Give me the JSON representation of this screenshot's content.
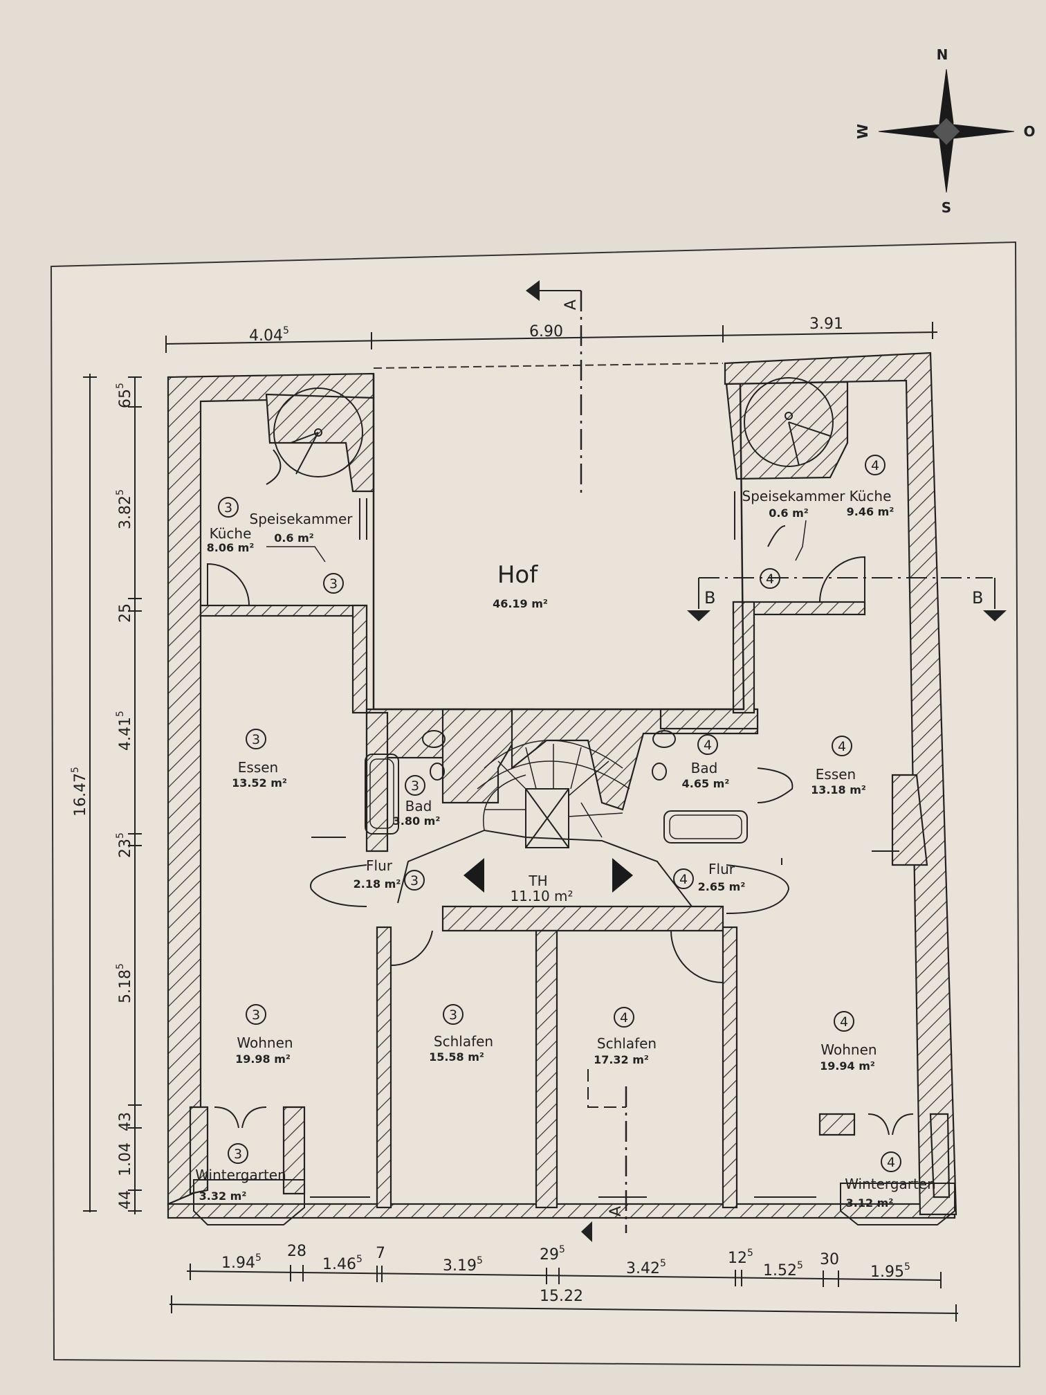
{
  "compass": {
    "n": "N",
    "s": "S",
    "w": "W",
    "e": "O"
  },
  "section_markers": {
    "a_top": "A",
    "a_bottom": "A",
    "b_left": "B",
    "b_right": "B"
  },
  "dims_top": [
    {
      "main": "4.04",
      "sup": "5"
    },
    {
      "main": "6.90",
      "sup": ""
    },
    {
      "main": "3.91",
      "sup": ""
    }
  ],
  "dims_left": [
    {
      "main": "65",
      "sup": "5"
    },
    {
      "main": "3.82",
      "sup": "5"
    },
    {
      "main": "25",
      "sup": ""
    },
    {
      "main": "4.41",
      "sup": "5"
    },
    {
      "main": "23",
      "sup": "5"
    },
    {
      "main": "5.18",
      "sup": "5"
    },
    {
      "main": "43",
      "sup": ""
    },
    {
      "main": "1.04",
      "sup": ""
    },
    {
      "main": "44",
      "sup": ""
    }
  ],
  "dim_total_left": {
    "main": "16.47",
    "sup": "5"
  },
  "dims_bottom": [
    {
      "main": "1.94",
      "sup": "5"
    },
    {
      "main": "28",
      "sup": ""
    },
    {
      "main": "1.46",
      "sup": "5"
    },
    {
      "main": "7",
      "sup": ""
    },
    {
      "main": "3.19",
      "sup": "5"
    },
    {
      "main": "29",
      "sup": "5"
    },
    {
      "main": "3.42",
      "sup": "5"
    },
    {
      "main": "12",
      "sup": "5"
    },
    {
      "main": "1.52",
      "sup": "5"
    },
    {
      "main": "30",
      "sup": ""
    },
    {
      "main": "1.95",
      "sup": "5"
    }
  ],
  "dim_total_bottom": "15.22",
  "rooms": {
    "hof": {
      "name": "Hof",
      "area": "46.19 m²"
    },
    "kueche3": {
      "num": "3",
      "name": "Küche",
      "area": "8.06 m²"
    },
    "speise3": {
      "name": "Speisekammer",
      "area": "0.6 m²",
      "num": "3"
    },
    "essen3": {
      "num": "3",
      "name": "Essen",
      "area": "13.52 m²"
    },
    "bad3": {
      "num": "3",
      "name": "Bad",
      "area": "3.80 m²"
    },
    "flur3": {
      "name": "Flur",
      "area": "2.18 m²",
      "num": "3"
    },
    "th": {
      "name": "TH",
      "area": "11.10  m²"
    },
    "flur4": {
      "num": "4",
      "name": "Flur",
      "area": "2.65 m²"
    },
    "bad4": {
      "num": "4",
      "name": "Bad",
      "area": "4.65 m²"
    },
    "kueche4": {
      "num": "4",
      "name": "Küche",
      "area": "9.46 m²"
    },
    "speise4": {
      "name": "Speisekammer",
      "area": "0.6 m²",
      "num": "4"
    },
    "essen4": {
      "num": "4",
      "name": "Essen",
      "area": "13.18 m²"
    },
    "wohnen3": {
      "num": "3",
      "name": "Wohnen",
      "area": "19.98 m²"
    },
    "schlafen3": {
      "num": "3",
      "name": "Schlafen",
      "area": "15.58 m²"
    },
    "schlafen4": {
      "num": "4",
      "name": "Schlafen",
      "area": "17.32 m²"
    },
    "wohnen4": {
      "num": "4",
      "name": "Wohnen",
      "area": "19.94 m²"
    },
    "winter3": {
      "num": "3",
      "name": "Wintergarten",
      "area": "3.32 m²"
    },
    "winter4": {
      "num": "4",
      "name": "Wintergarten",
      "area": "3.12 m²"
    }
  }
}
